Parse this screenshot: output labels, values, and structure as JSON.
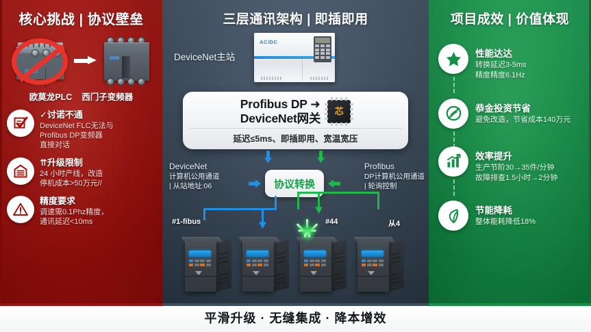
{
  "left": {
    "header": "核心挑战 | 协议壁垒",
    "devices": [
      {
        "name": "欧莫龙PLC",
        "icon": "plc-device-blocked"
      },
      {
        "name": "西门子变频器",
        "icon": "vfd-device"
      }
    ],
    "arrow_icon": "right-arrow-icon",
    "issues": [
      {
        "icon": "checklist-icon",
        "title": "✓讨诺不通",
        "desc": "DeviceNet FLC无法与\nProfibus DP变频器\n直接对话"
      },
      {
        "icon": "factory-icon",
        "title": "⇈升级限制",
        "desc": "24 小时产线，改造\n停机成本>50万元//"
      },
      {
        "icon": "warning-icon",
        "title": "精度要求",
        "desc": "调速需0.1Phz精度，\n通讯延迟<10ms"
      }
    ]
  },
  "center": {
    "header": "三层通讯架构 | 即插即用",
    "master_label": "DeviceNet主站",
    "master_brand": "AC/DC",
    "gateway": {
      "title_line1": "Profibus DP ➜",
      "title_line2": "DeviceNet网关",
      "chip_glyph": "芯",
      "chip_icon": "microchip-icon",
      "subtitle": "延迟≤5ms、即插即用、宽温宽压"
    },
    "conversion_box": "协议转换",
    "channel_left": {
      "name": "DeviceNet",
      "line2": "计算机公用通道",
      "line3": "| 从站地址:06"
    },
    "channel_right": {
      "name": "Profibus",
      "line2": "DP计算机公用通道",
      "line3": "| 轮询控制"
    },
    "drive_tags": [
      "#1-fibus",
      "#44",
      "从4"
    ],
    "drive_count": 4
  },
  "right": {
    "header": "项目成效 | 价值体现",
    "benefits": [
      {
        "icon": "star-icon",
        "title": "性能达达",
        "desc": "转换延迟3-5ms\n精度精度6.1Hz"
      },
      {
        "icon": "savings-icon",
        "title": "恭金投资节省",
        "desc": "避免改造，节省成本140万元"
      },
      {
        "icon": "bar-chart-up-icon",
        "title": "效率提升",
        "desc": "生产节阶30→35件/分钟\n故障排查1.5小时→2分钟"
      },
      {
        "icon": "energy-leaf-icon",
        "title": "节能降耗",
        "desc": "整体能耗降低18%"
      }
    ]
  },
  "footer": {
    "text": "平滑升级 · 无缝集成 · 降本增效"
  },
  "colors": {
    "red": "#9d100c",
    "green": "#139145",
    "slate": "#3e4e60",
    "accent_blue": "#1e90e8",
    "accent_green": "#1fb84a"
  }
}
